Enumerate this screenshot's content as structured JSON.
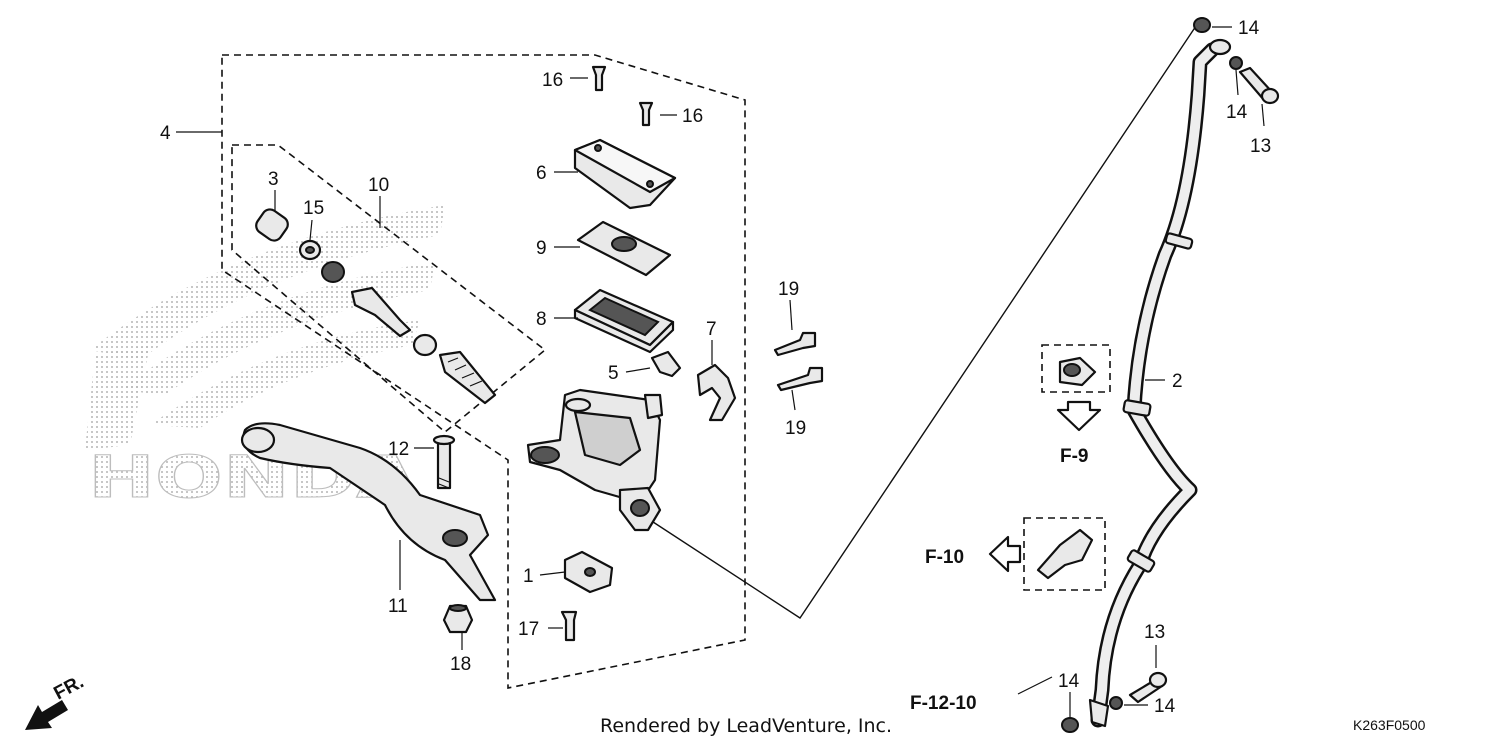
{
  "labels": {
    "p1": "1",
    "p2": "2",
    "p3": "3",
    "p4": "4",
    "p5": "5",
    "p6": "6",
    "p7": "7",
    "p8": "8",
    "p9": "9",
    "p10": "10",
    "p11": "11",
    "p12": "12",
    "p13a": "13",
    "p13b": "13",
    "p14a": "14",
    "p14b": "14",
    "p14c": "14",
    "p14d": "14",
    "p15": "15",
    "p16a": "16",
    "p16b": "16",
    "p17": "17",
    "p18": "18",
    "p19a": "19",
    "p19b": "19"
  },
  "refs": {
    "f9": "F-9",
    "f10": "F-10",
    "f1210": "F-12-10",
    "fr": "FR."
  },
  "watermark": "HONDA",
  "footer": {
    "rendered": "Rendered by LeadVenture, Inc.",
    "code": "K263F0500"
  }
}
